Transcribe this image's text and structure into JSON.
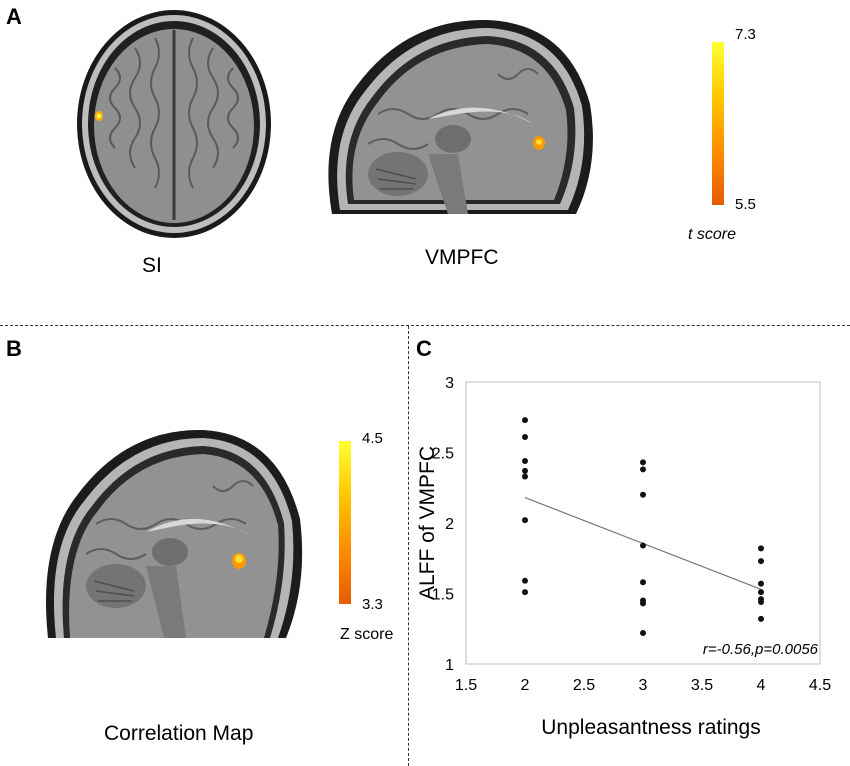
{
  "panels": {
    "a": {
      "letter": "A",
      "slice1_caption": "SI",
      "slice2_caption": "VMPFC",
      "colorbar": {
        "max_label": "7.3",
        "min_label": "5.5",
        "title": "t score"
      }
    },
    "b": {
      "letter": "B",
      "caption": "Correlation Map",
      "colorbar": {
        "max_label": "4.5",
        "min_label": "3.3",
        "title": "Z score"
      }
    },
    "c": {
      "letter": "C",
      "annotation": "r=-0.56,p=0.0056"
    }
  },
  "colors": {
    "activation_high": "#ffff33",
    "activation_low": "#e65c00"
  },
  "chart_data": {
    "type": "scatter",
    "xlabel": "Unpleasantness ratings",
    "ylabel": "ALFF of VMPFC",
    "xlim": [
      1.5,
      4.5
    ],
    "ylim": [
      1,
      3
    ],
    "xticks": [
      "1.5",
      "2",
      "2.5",
      "3",
      "3.5",
      "4",
      "4.5"
    ],
    "yticks": [
      "1",
      "1.5",
      "2",
      "2.5",
      "3"
    ],
    "points": [
      [
        2,
        2.73
      ],
      [
        2,
        2.61
      ],
      [
        2,
        2.44
      ],
      [
        2,
        2.37
      ],
      [
        2,
        2.33
      ],
      [
        2,
        2.02
      ],
      [
        2,
        1.59
      ],
      [
        2,
        1.51
      ],
      [
        3,
        2.43
      ],
      [
        3,
        2.38
      ],
      [
        3,
        2.2
      ],
      [
        3,
        1.84
      ],
      [
        3,
        1.58
      ],
      [
        3,
        1.45
      ],
      [
        3,
        1.43
      ],
      [
        3,
        1.22
      ],
      [
        4,
        1.82
      ],
      [
        4,
        1.73
      ],
      [
        4,
        1.57
      ],
      [
        4,
        1.51
      ],
      [
        4,
        1.46
      ],
      [
        4,
        1.44
      ],
      [
        4,
        1.32
      ]
    ],
    "trendline": {
      "x": [
        2,
        4
      ],
      "y": [
        2.18,
        1.53
      ]
    },
    "grid": false,
    "legend": "none"
  }
}
